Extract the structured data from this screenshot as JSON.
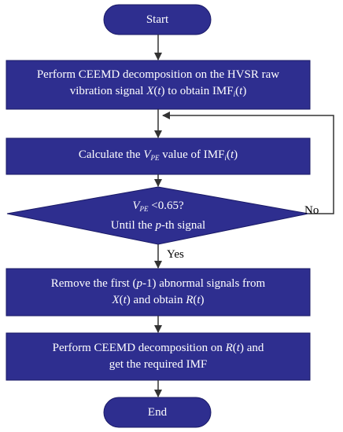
{
  "diagram": {
    "colors": {
      "fill": "#2e2e8f",
      "stroke": "#1a1a66",
      "arrow": "#333333",
      "text": "#ffffff"
    },
    "nodes": {
      "start": {
        "label": "Start"
      },
      "decompose": {
        "line1": "Perform CEEMD decomposition on the HVSR raw",
        "line2_pre": "vibration signal ",
        "line2_X": "X",
        "line2_t1_pre": "(",
        "line2_t": "t",
        "line2_t1_post": ")",
        "line2_mid": " to obtain IMF",
        "line2_i": "i",
        "line2_end_pre": "(",
        "line2_end_t": "t",
        "line2_end_post": ")"
      },
      "calculate": {
        "pre": "Calculate the ",
        "V": "V",
        "V_sub": "PE",
        "mid": " value of IMF",
        "i": "i",
        "end_pre": "(",
        "end_t": "t",
        "end_post": ")"
      },
      "decision": {
        "V": "V",
        "V_sub": "PE",
        "cond": " <0.65?",
        "line2_pre": "Until the ",
        "line2_p": "p",
        "line2_post": "-th signal"
      },
      "remove": {
        "line1_pre": "Remove the first (",
        "line1_p": "p",
        "line1_post": "-1) abnormal signals from",
        "line2_X": "X",
        "line2_X_paren": "(",
        "line2_t": "t",
        "line2_mid": ") and obtain ",
        "line2_R": "R",
        "line2_R_paren": "(",
        "line2_t2": "t",
        "line2_end": ")"
      },
      "final": {
        "line1_pre": "Perform CEEMD decomposition on ",
        "line1_R": "R",
        "line1_paren": "(",
        "line1_t": "t",
        "line1_post": ") and",
        "line2": "get the required IMF"
      },
      "end": {
        "label": "End"
      }
    },
    "edge_labels": {
      "yes": "Yes",
      "no": "No"
    }
  }
}
